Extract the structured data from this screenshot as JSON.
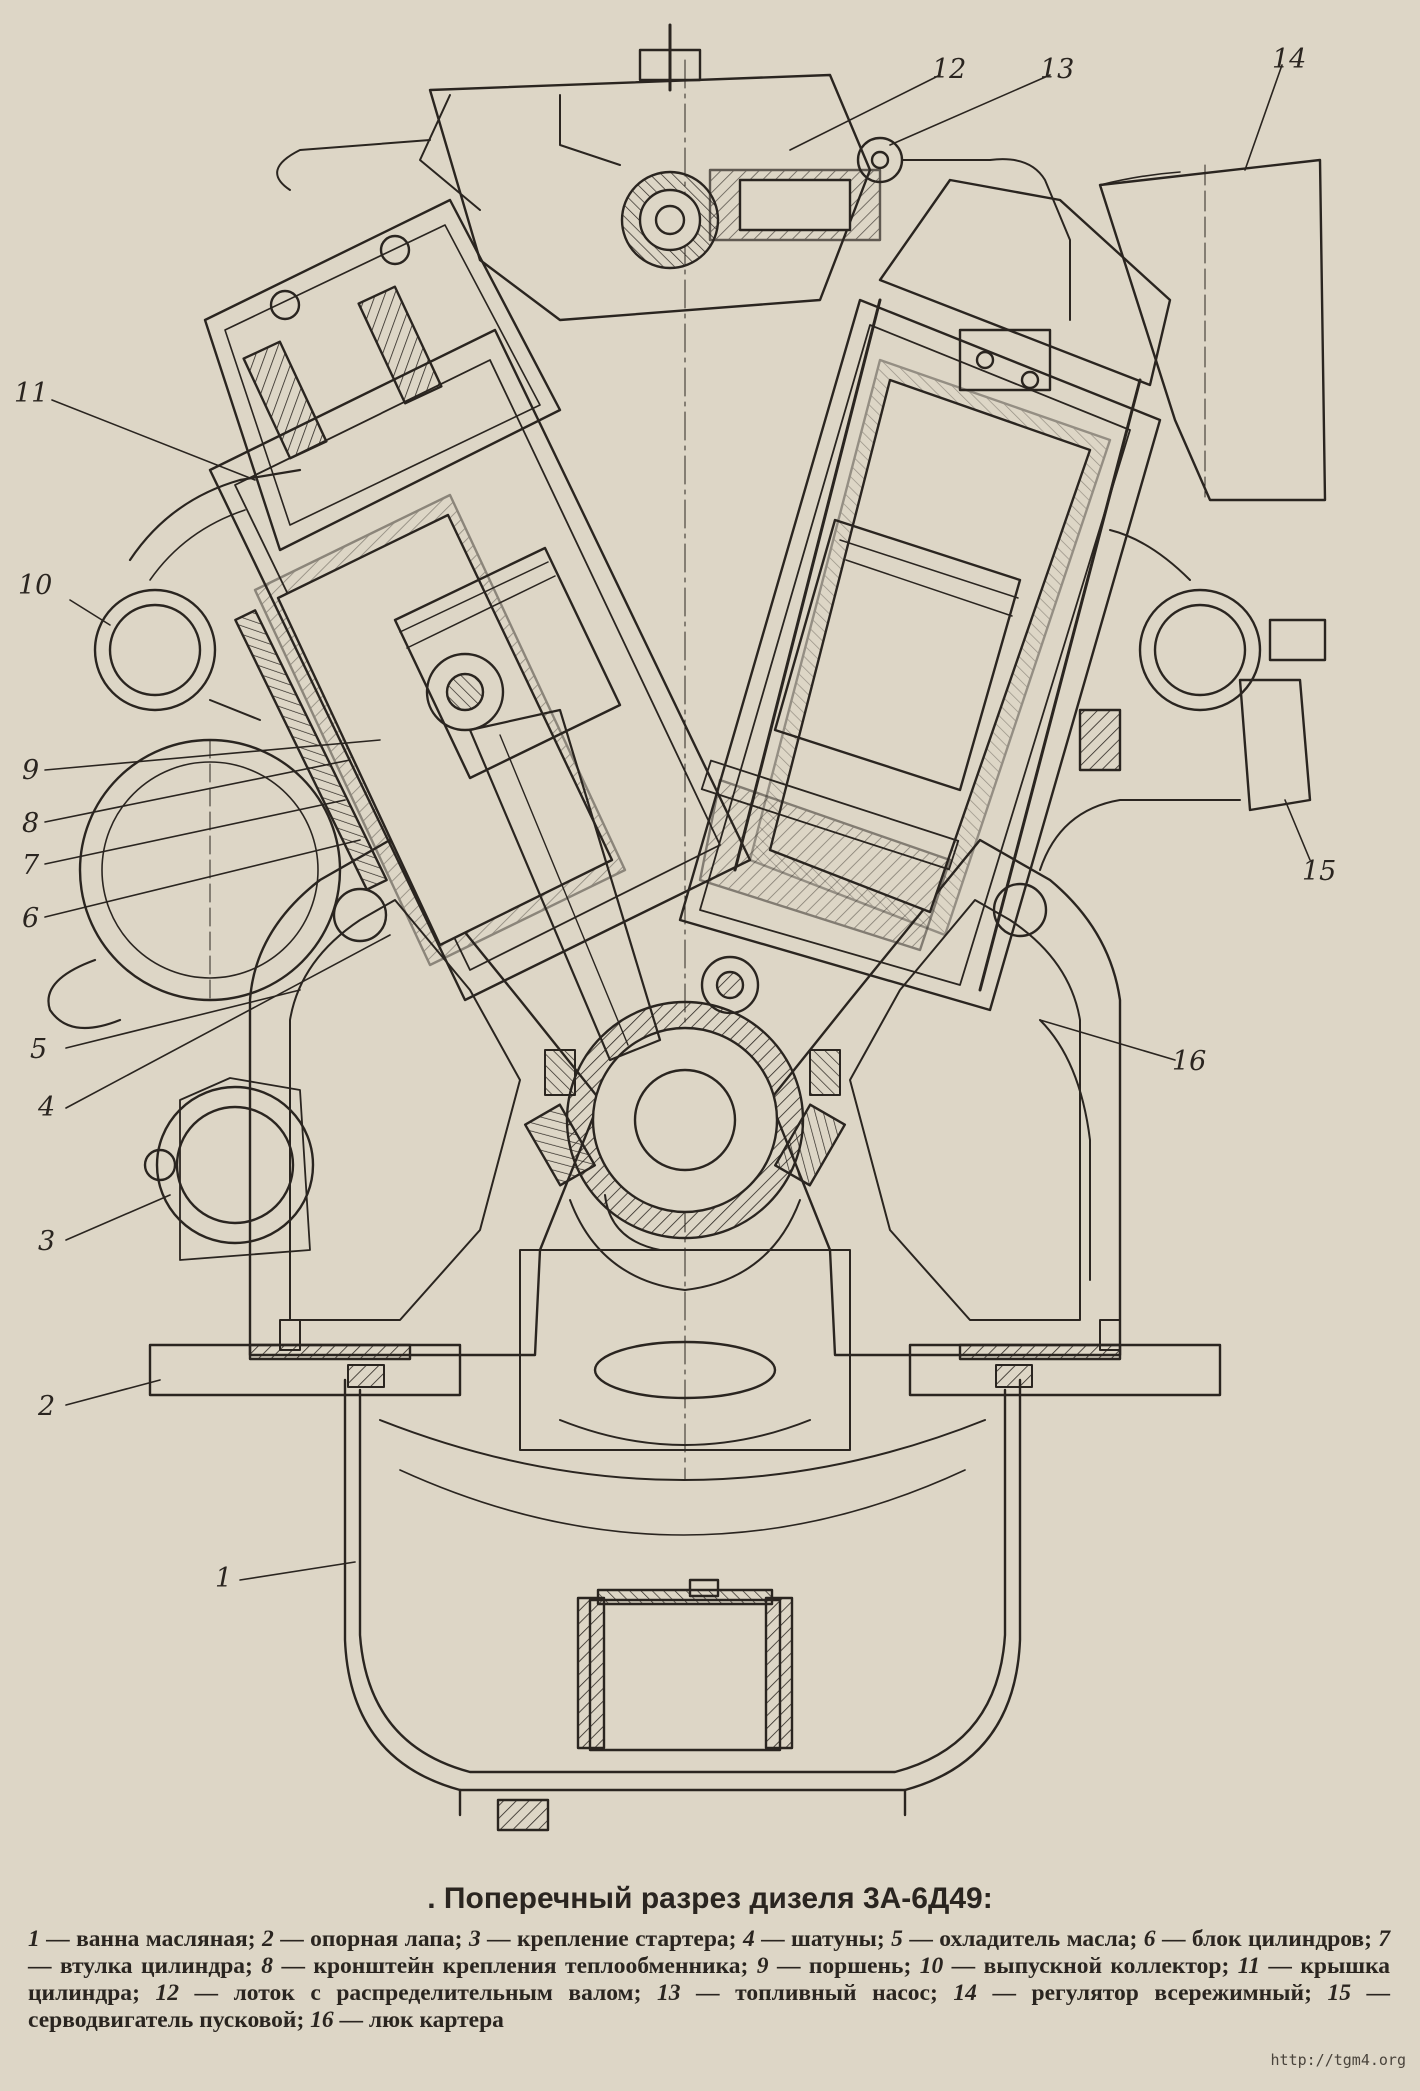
{
  "caption": {
    "title": ". Поперечный разрез дизеля 3А-6Д49:",
    "legend": [
      {
        "num": "1",
        "text": "ванна масляная"
      },
      {
        "num": "2",
        "text": "опорная лапа"
      },
      {
        "num": "3",
        "text": "крепление стартера"
      },
      {
        "num": "4",
        "text": "шатуны"
      },
      {
        "num": "5",
        "text": "охладитель масла"
      },
      {
        "num": "6",
        "text": "блок цилиндров"
      },
      {
        "num": "7",
        "text": "втулка цилиндра"
      },
      {
        "num": "8",
        "text": "кронштейн крепления теплообменника"
      },
      {
        "num": "9",
        "text": "поршень"
      },
      {
        "num": "10",
        "text": "выпускной коллектор"
      },
      {
        "num": "11",
        "text": "крышка цилиндра"
      },
      {
        "num": "12",
        "text": "лоток с распределительным валом"
      },
      {
        "num": "13",
        "text": "топливный насос"
      },
      {
        "num": "14",
        "text": "регулятор всережимный"
      },
      {
        "num": "15",
        "text": "серводвигатель пусковой"
      },
      {
        "num": "16",
        "text": "люк картера"
      }
    ]
  },
  "callouts": [
    "1",
    "2",
    "3",
    "4",
    "5",
    "6",
    "7",
    "8",
    "9",
    "10",
    "11",
    "12",
    "13",
    "14",
    "15",
    "16"
  ],
  "watermark": "http://tgm4.org",
  "colors": {
    "paper": "#ddd6c6",
    "ink": "#2a2520"
  }
}
